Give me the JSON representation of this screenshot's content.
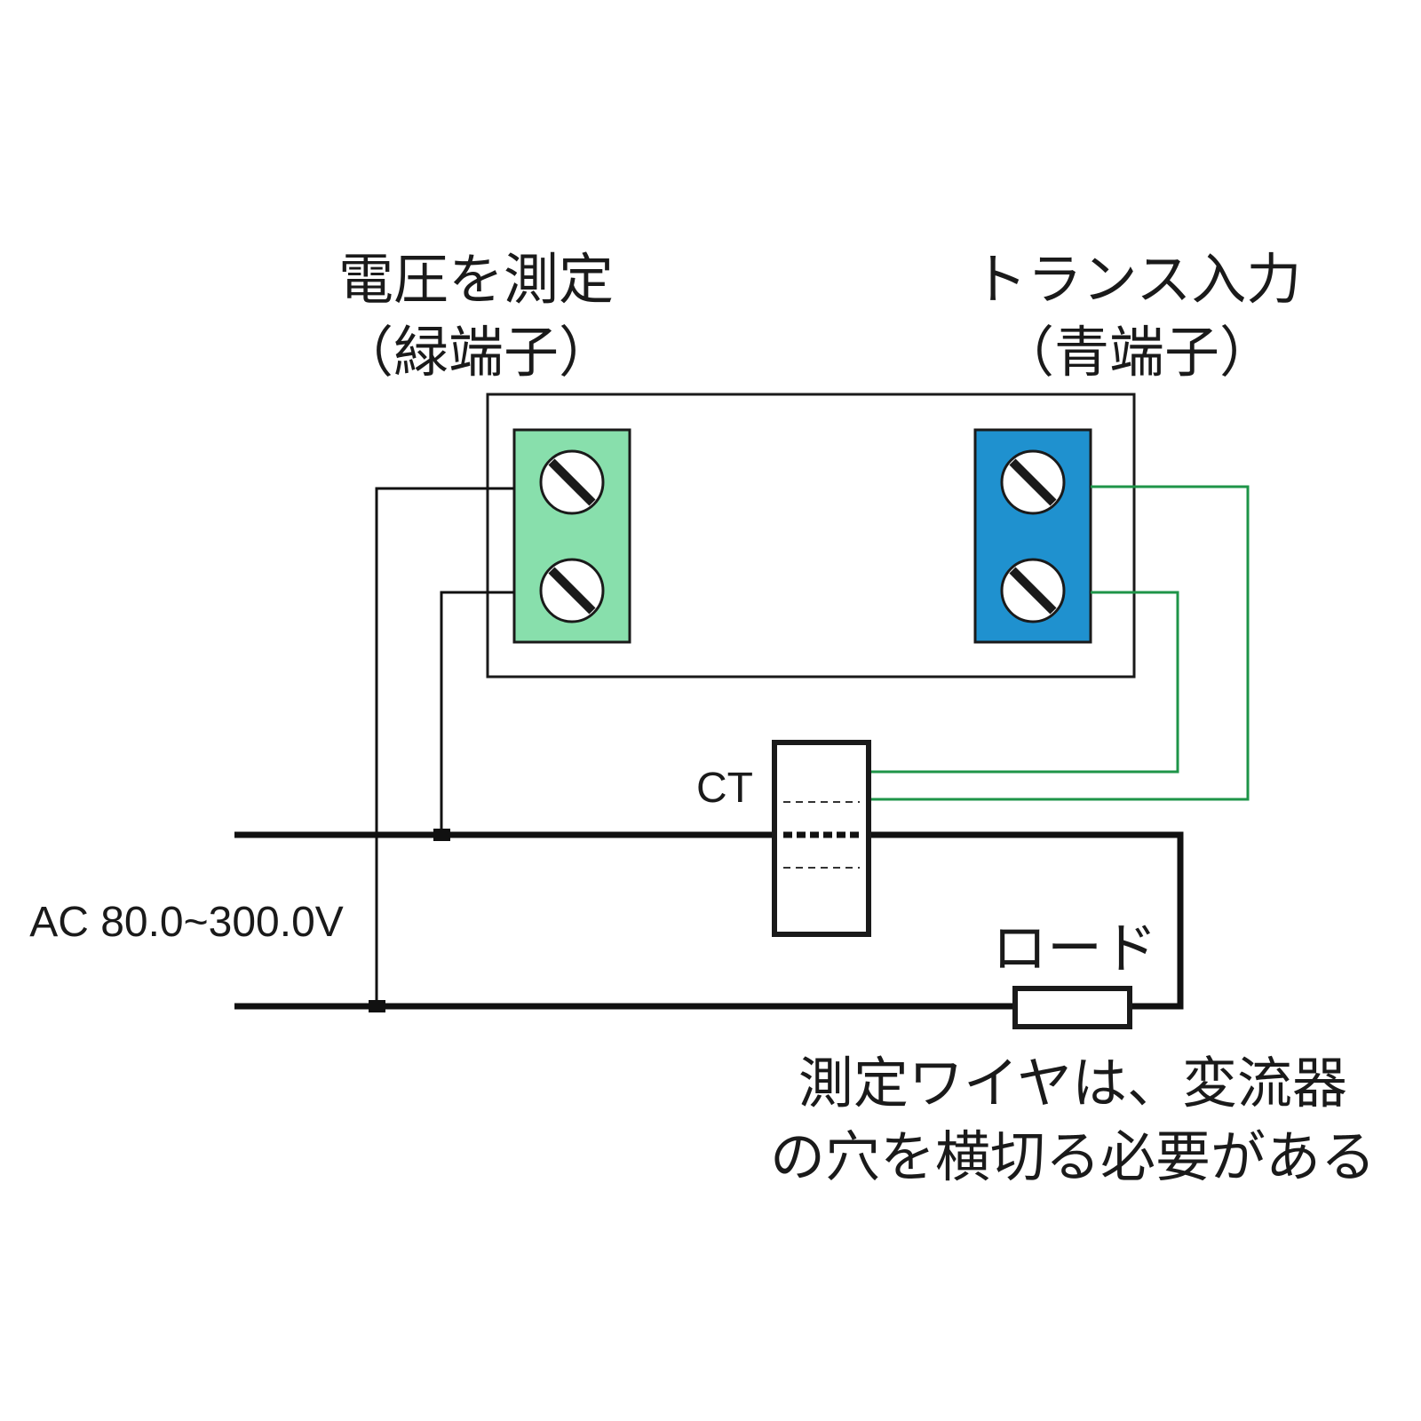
{
  "labels": {
    "voltage_title": "電圧を測定",
    "voltage_sub": "（緑端子）",
    "transformer_title": "トランス入力",
    "transformer_sub": "（青端子）",
    "ct": "CT",
    "ac_supply": "AC 80.0~300.0V",
    "load": "ロード",
    "note_line1": "測定ワイヤは、変流器",
    "note_line2": "の穴を横切る必要がある"
  },
  "colors": {
    "green_terminal": "#88dfac",
    "blue_terminal": "#1f91cf",
    "green_wire": "#1e9448",
    "black_wire": "#111111",
    "outline": "#1a1a1a"
  },
  "icons": {
    "screw": "slotted-screw-icon"
  }
}
